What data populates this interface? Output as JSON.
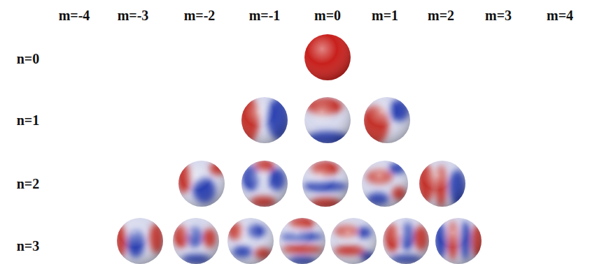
{
  "diagram": {
    "labels": [
      "m=-4",
      "m=-3",
      "m=-2",
      "m=-1",
      "m=0",
      "m=1",
      "m=2",
      "m=3",
      "m=4",
      "n=0",
      "n=1",
      "n=2",
      "n=3"
    ]
  }
}
